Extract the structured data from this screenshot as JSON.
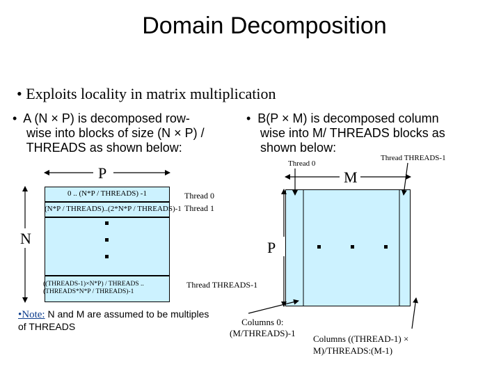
{
  "slide": {
    "title": "Domain Decomposition",
    "subtitle": "• Exploits locality in matrix multiplication",
    "left_bullet": "•  A (N × P) is decomposed row-\n    wise into blocks of size (N × P) /\n    THREADS as shown below:",
    "right_bullet": "•  B(P × M) is decomposed column\n    wise into M/ THREADS blocks as\n    shown below:",
    "left_diagram": {
      "width_label": "P",
      "height_label": "N",
      "rows": [
        {
          "range": "0 .. (N*P / THREADS) -1",
          "thread": "Thread 0"
        },
        {
          "range": "(N*P / THREADS)..(2*N*P / THREADS)-1",
          "thread": "Thread 1"
        },
        {
          "range": "((THREADS-1)×N*P) / THREADS ..\n(THREADS*N*P / THREADS)-1",
          "thread": "Thread THREADS-1"
        }
      ]
    },
    "right_diagram": {
      "width_label": "M",
      "height_label": "P",
      "thread_first": "Thread 0",
      "thread_last": "Thread THREADS-1",
      "columns_first": "Columns 0:\n(M/THREADS)-1",
      "columns_last": "Columns ((THREAD-1) ×\nM)/THREADS:(M-1)"
    },
    "note_label": "•Note:",
    "note_text": " N and M are assumed to be multiples\nof THREADS",
    "colors": {
      "block_fill": "#ccf2ff",
      "note_label": "#0b3c8c"
    }
  }
}
